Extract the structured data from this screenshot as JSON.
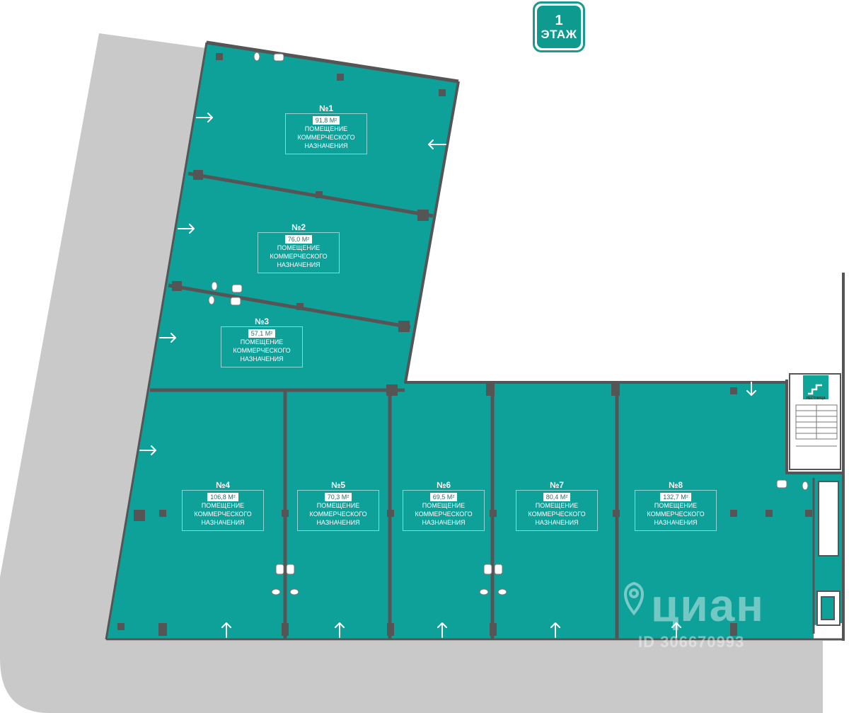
{
  "floor": {
    "number": "1",
    "label": "ЭТАЖ"
  },
  "colors": {
    "room_fill": "#0ea19a",
    "wall": "#555555",
    "outdoor": "#c9c9c9",
    "accent": "#1a9a8e"
  },
  "rooms": [
    {
      "num": "№1",
      "area": "91,8 М²",
      "line1": "ПОМЕЩЕНИЕ",
      "line2": "КОММЕРЧЕСКОГО",
      "line3": "НАЗНАЧЕНИЯ"
    },
    {
      "num": "№2",
      "area": "76,0 М²",
      "line1": "ПОМЕЩЕНИЕ",
      "line2": "КОММЕРЧЕСКОГО",
      "line3": "НАЗНАЧЕНИЯ"
    },
    {
      "num": "№3",
      "area": "57,1 М²",
      "line1": "ПОМЕЩЕНИЕ",
      "line2": "КОММЕРЧЕСКОГО",
      "line3": "НАЗНАЧЕНИЯ"
    },
    {
      "num": "№4",
      "area": "106,8 М²",
      "line1": "ПОМЕЩЕНИЕ",
      "line2": "КОММЕРЧЕСКОГО",
      "line3": "НАЗНАЧЕНИЯ"
    },
    {
      "num": "№5",
      "area": "70,3 М²",
      "line1": "ПОМЕЩЕНИЕ",
      "line2": "КОММЕРЧЕСКОГО",
      "line3": "НАЗНАЧЕНИЯ"
    },
    {
      "num": "№6",
      "area": "69,5 М²",
      "line1": "ПОМЕЩЕНИЕ",
      "line2": "КОММЕРЧЕСКОГО",
      "line3": "НАЗНАЧЕНИЯ"
    },
    {
      "num": "№7",
      "area": "80,4 М²",
      "line1": "ПОМЕЩЕНИЕ",
      "line2": "КОММЕРЧЕСКОГО",
      "line3": "НАЗНАЧЕНИЯ"
    },
    {
      "num": "№8",
      "area": "132,7 М²",
      "line1": "ПОМЕЩЕНИЕ",
      "line2": "КОММЕРЧЕСКОГО",
      "line3": "НАЗНАЧЕНИЯ"
    }
  ],
  "stairs": {
    "label": "ЛЕСТНИЦА",
    "icon": "stairs-icon"
  },
  "watermark": {
    "brand": "циан",
    "id": "ID 306670993",
    "icon": "location-pin-icon"
  }
}
